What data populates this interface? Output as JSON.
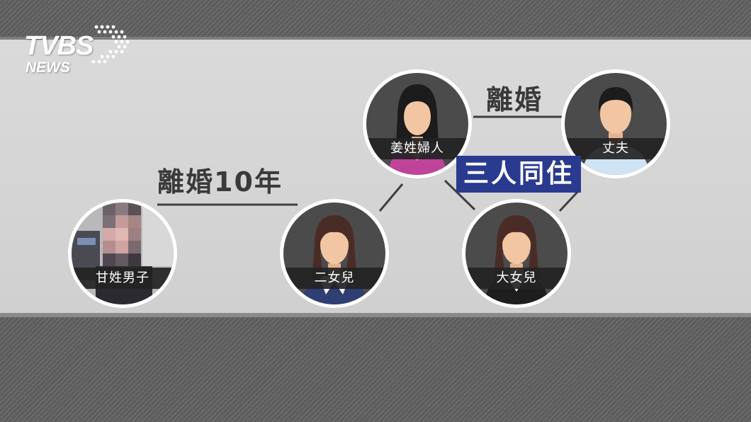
{
  "logo": {
    "main": "TVBS",
    "sub": "NEWS"
  },
  "relations": {
    "divorce": "離婚",
    "divorce_10": "離婚10年",
    "cohabit": "三人同住"
  },
  "nodes": {
    "jiang": {
      "label": "姜姓婦人",
      "icon": "female-avatar-icon"
    },
    "husband": {
      "label": "丈夫",
      "icon": "male-avatar-icon"
    },
    "gan": {
      "label": "甘姓男子",
      "icon": "blurred-photo-icon"
    },
    "second_daughter": {
      "label": "二女兒",
      "icon": "female-avatar-icon"
    },
    "eldest_daughter": {
      "label": "大女兒",
      "icon": "female-avatar-icon"
    }
  },
  "colors": {
    "cohabit_bg": "#2a3a8f",
    "avatar_skin": "#f2c6a2",
    "avatar_hair": "#4a2c26"
  }
}
